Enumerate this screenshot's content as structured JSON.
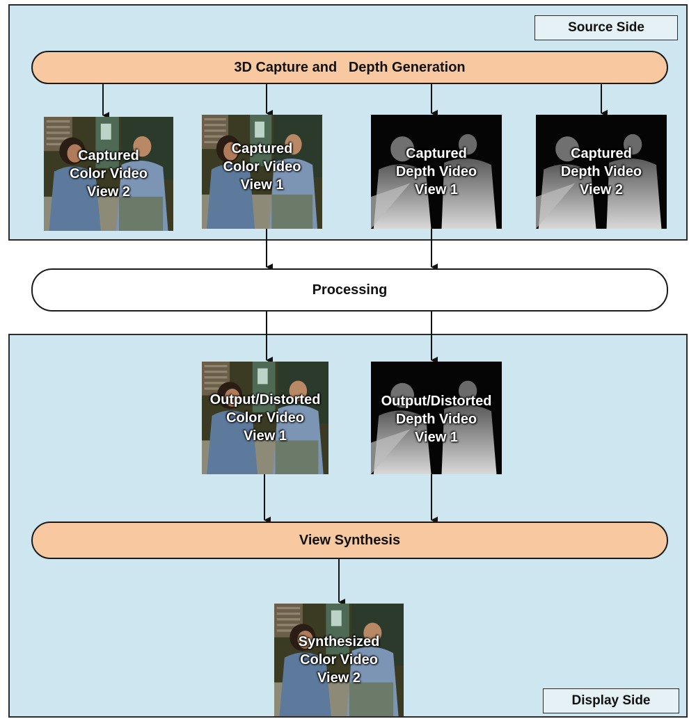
{
  "source_panel": {
    "label": "Source Side"
  },
  "display_panel": {
    "label": "Display Side"
  },
  "stages": {
    "capture": "3D Capture and   Depth Generation",
    "processing": "Processing",
    "synthesis": "View Synthesis"
  },
  "source_views": [
    {
      "kind": "color",
      "lines": [
        "Captured",
        "Color Video",
        "View 2"
      ]
    },
    {
      "kind": "color",
      "lines": [
        "Captured",
        "Color Video",
        "View 1"
      ]
    },
    {
      "kind": "depth",
      "lines": [
        "Captured",
        "Depth Video",
        "View 1"
      ]
    },
    {
      "kind": "depth",
      "lines": [
        "Captured",
        "Depth Video",
        "View 2"
      ]
    }
  ],
  "output_views": [
    {
      "kind": "color",
      "lines": [
        "Output/Distorted",
        "Color Video",
        "View 1"
      ]
    },
    {
      "kind": "depth",
      "lines": [
        "Output/Distorted",
        "Depth Video",
        "View 1"
      ]
    }
  ],
  "synthesized_view": {
    "kind": "color",
    "lines": [
      "Synthesized",
      "Color Video",
      "View 2"
    ]
  },
  "colors": {
    "panel_fill": "#cde6ef",
    "stage_orange": "#f8c8a0",
    "stage_white": "#ffffff"
  }
}
